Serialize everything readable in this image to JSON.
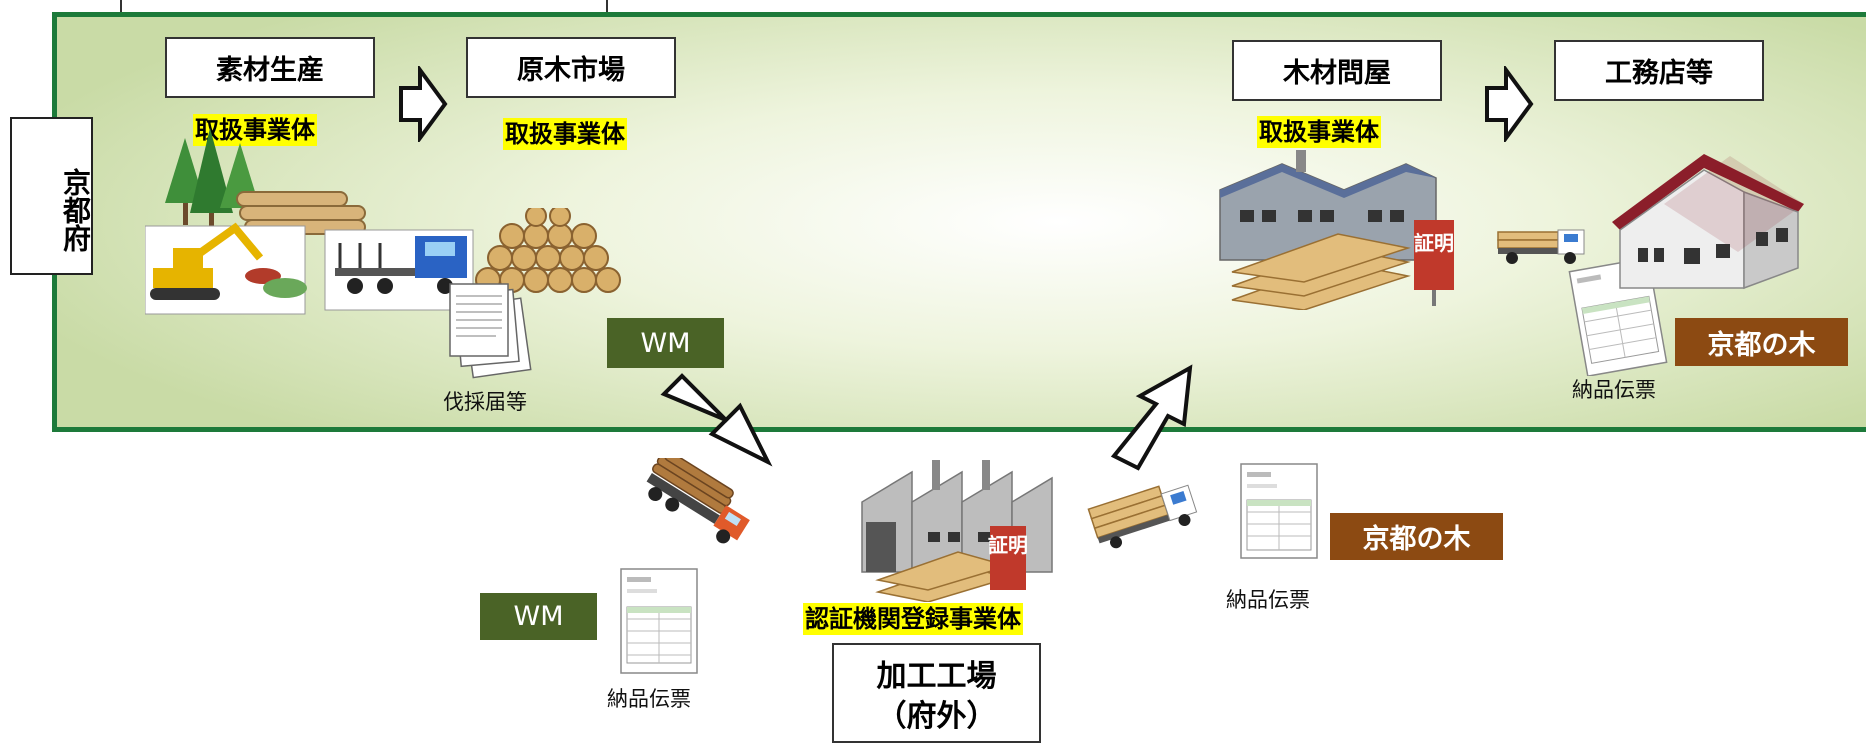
{
  "region_label": "京都府",
  "stages": {
    "material": "素材生産",
    "log_market": "原木市場",
    "wholesaler": "木材問屋",
    "builder": "工務店等"
  },
  "highlights": {
    "handler": "取扱事業体",
    "certified_operator": "認証機関登録事業体"
  },
  "badges": {
    "wm": "WM",
    "kyoto_wood": "京都の木",
    "certificate": "証明"
  },
  "captions": {
    "felling_notice": "伐採届等",
    "delivery_slip": "納品伝票"
  },
  "factory": {
    "line1": "加工工場",
    "line2": "（府外）"
  },
  "colors": {
    "region_border": "#1d7a3a",
    "highlight": "#ffff00",
    "wm_badge": "#4a6326",
    "kyoto_badge": "#8c4a12",
    "certificate_badge": "#c0392b"
  }
}
